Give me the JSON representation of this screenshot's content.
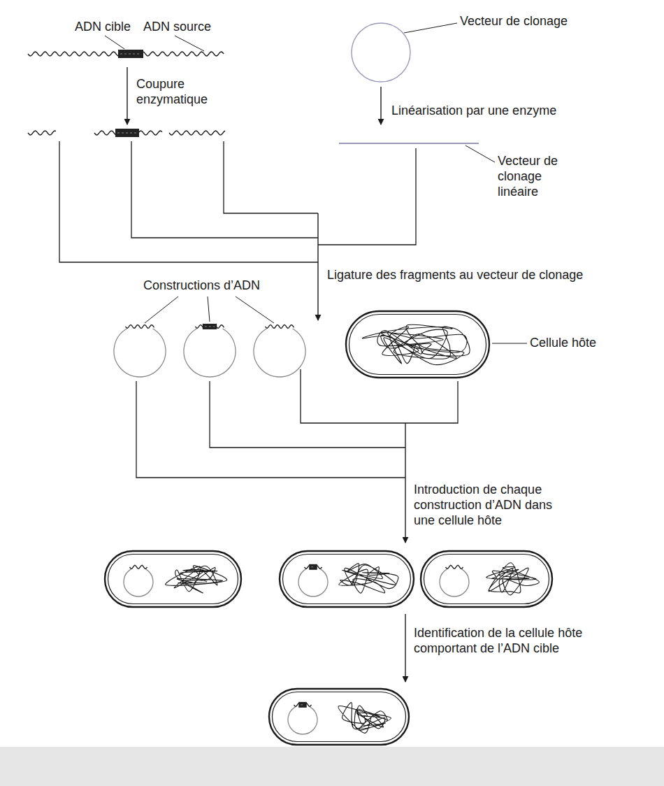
{
  "diagram": {
    "labels": [
      "ADN cible",
      "ADN source",
      "Vecteur de clonage",
      "Coupure enzymatique",
      "Linéarisation par une enzyme",
      "Vecteur de clonage linéaire",
      "Ligature des fragments au vecteur de clonage",
      "Constructions d’ADN",
      "Cellule hôte",
      "Introduction de chaque construction d’ADN dans une cellule hôte",
      "Identification de la cellule hôte comportant de l’ADN cible"
    ]
  }
}
